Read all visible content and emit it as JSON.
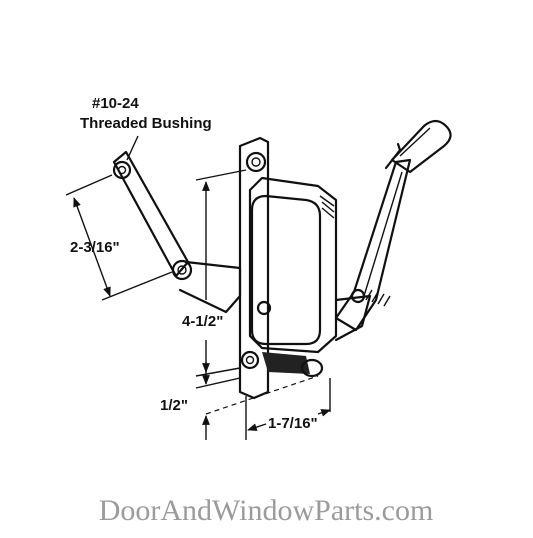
{
  "labels": {
    "bushing_line1": "#10-24",
    "bushing_line2": "Threaded Bushing",
    "dim_arm": "2-3/16\"",
    "dim_height": "4-1/2\"",
    "dim_offset": "1/2\"",
    "dim_width": "1-7/16\""
  },
  "watermark": "DoorAndWindowParts.com",
  "colors": {
    "line": "#111111",
    "shade": "#222222",
    "watermark": "#9b9b9b"
  }
}
